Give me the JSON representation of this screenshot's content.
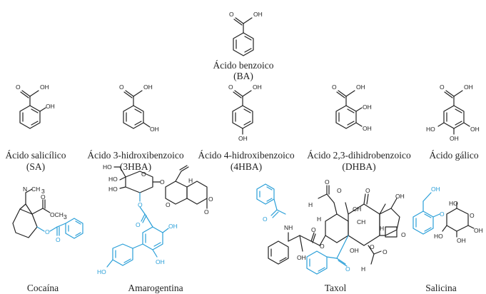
{
  "colors": {
    "ink": "#222222",
    "highlight": "#2a9fd8"
  },
  "top": {
    "name": "Ácido benzoico",
    "abbr": "(BA)"
  },
  "row1": [
    {
      "name": "Ácido salicílico",
      "abbr": "(SA)"
    },
    {
      "name": "Ácido 3-hidroxibenzoico",
      "abbr": "(3HBA)"
    },
    {
      "name": "Ácido 4-hidroxibenzoico",
      "abbr": "(4HBA)"
    },
    {
      "name": "Ácido 2,3-dihidrobenzoico",
      "abbr": "(DHBA)"
    },
    {
      "name": "Ácido gálico",
      "abbr": ""
    }
  ],
  "row2": [
    {
      "name": "Cocaína"
    },
    {
      "name": "Amarogentina"
    },
    {
      "name": "Taxol"
    },
    {
      "name": "Salicina"
    }
  ],
  "atoms": {
    "o": "O",
    "oh": "OH",
    "ho": "HO",
    "nh": "NH",
    "n": "N",
    "ch3": "CH",
    "och3": "OCH",
    "h3c": "H",
    "h": "H",
    "sub3": "3"
  }
}
